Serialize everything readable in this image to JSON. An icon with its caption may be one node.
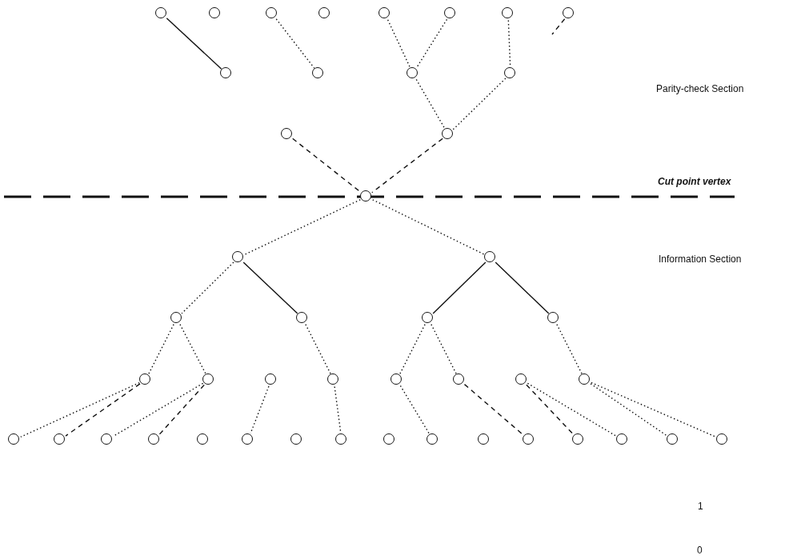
{
  "diagram": {
    "nodes": [
      {
        "text": [],
        "shape": "circle"
      },
      {
        "text": [],
        "shape": "circle"
      },
      {
        "text": [],
        "shape": "circle"
      },
      {
        "text": [],
        "shape": "circle"
      },
      {
        "text": [],
        "shape": "circle"
      },
      {
        "text": [],
        "shape": "circle"
      },
      {
        "text": [],
        "shape": "circle"
      },
      {
        "text": [],
        "shape": "circle"
      },
      {
        "text": [],
        "shape": "circle"
      },
      {
        "text": [],
        "shape": "circle"
      },
      {
        "text": [],
        "shape": "circle"
      },
      {
        "text": [],
        "shape": "circle"
      },
      {
        "text": [],
        "shape": "circle"
      },
      {
        "text": [],
        "shape": "circle"
      },
      {
        "text": [],
        "shape": "circle"
      },
      {
        "text": [],
        "shape": "circle"
      },
      {
        "text": [],
        "shape": "circle"
      },
      {
        "text": [],
        "shape": "circle"
      },
      {
        "text": [],
        "shape": "circle"
      },
      {
        "text": [],
        "shape": "circle"
      },
      {
        "text": [],
        "shape": "circle"
      },
      {
        "text": [],
        "shape": "circle"
      },
      {
        "text": [],
        "shape": "circle"
      },
      {
        "text": [],
        "shape": "circle"
      },
      {
        "text": [],
        "shape": "circle"
      },
      {
        "text": [],
        "shape": "circle"
      },
      {
        "text": [],
        "shape": "circle"
      },
      {
        "text": [],
        "shape": "circle"
      },
      {
        "text": [],
        "shape": "circle"
      },
      {
        "text": [],
        "shape": "circle"
      },
      {
        "text": [],
        "shape": "circle"
      },
      {
        "text": [],
        "shape": "circle"
      },
      {
        "text": [],
        "shape": "circle"
      },
      {
        "text": [],
        "shape": "circle"
      },
      {
        "text": [],
        "shape": "circle"
      },
      {
        "text": [],
        "shape": "circle"
      },
      {
        "text": [],
        "shape": "circle"
      },
      {
        "text": [],
        "shape": "circle"
      },
      {
        "text": [],
        "shape": "circle"
      },
      {
        "text": [],
        "shape": "circle"
      },
      {
        "text": [],
        "shape": "circle"
      },
      {
        "text": [],
        "shape": "circle"
      },
      {
        "text": [],
        "shape": "circle"
      },
      {
        "text": [],
        "shape": "circle"
      },
      {
        "text": [],
        "shape": "circle"
      }
    ],
    "edges": [
      {
        "from": 0,
        "to": 8,
        "arrow": "none"
      },
      {
        "from": 2,
        "to": 9,
        "arrow": "none",
        "style": "dashed"
      },
      {
        "from": 4,
        "to": 10,
        "arrow": "none",
        "style": "dashed"
      },
      {
        "from": 5,
        "to": 10,
        "arrow": "none",
        "style": "dashed"
      },
      {
        "from": 6,
        "to": 11,
        "arrow": "none",
        "style": "dashed"
      },
      {
        "from": 7,
        "to": null,
        "arrow": "none",
        "style": "dashed"
      },
      {
        "from": 10,
        "to": 13,
        "arrow": "none",
        "style": "dashed"
      },
      {
        "from": 11,
        "to": 13,
        "arrow": "none",
        "style": "dashed"
      },
      {
        "from": 12,
        "to": 14,
        "arrow": "none",
        "style": "dashed"
      },
      {
        "from": 13,
        "to": 14,
        "arrow": "none",
        "style": "dashed"
      },
      {
        "from": 14,
        "to": 15,
        "arrow": "none",
        "style": "dashed"
      },
      {
        "from": 14,
        "to": 16,
        "arrow": "none",
        "style": "dashed"
      },
      {
        "from": 15,
        "to": 17,
        "arrow": "none",
        "style": "dashed"
      },
      {
        "from": 15,
        "to": 18,
        "arrow": "none"
      },
      {
        "from": 17,
        "to": 21,
        "arrow": "none",
        "style": "dashed"
      },
      {
        "from": 17,
        "to": 22,
        "arrow": "none",
        "style": "dashed"
      },
      {
        "from": 18,
        "to": 24,
        "arrow": "none",
        "style": "dashed"
      },
      {
        "from": 16,
        "to": 19,
        "arrow": "none"
      },
      {
        "from": 16,
        "to": 20,
        "arrow": "none"
      },
      {
        "from": 19,
        "to": 25,
        "arrow": "none",
        "style": "dashed"
      },
      {
        "from": 19,
        "to": 26,
        "arrow": "none",
        "style": "dashed"
      },
      {
        "from": 20,
        "to": 28,
        "arrow": "none",
        "style": "dashed"
      },
      {
        "from": 21,
        "to": 29,
        "arrow": "none",
        "style": "dashed"
      },
      {
        "from": 21,
        "to": 30,
        "arrow": "none",
        "style": "dashed"
      },
      {
        "from": 22,
        "to": 31,
        "arrow": "none",
        "style": "dashed"
      },
      {
        "from": 22,
        "to": 32,
        "arrow": "none",
        "style": "dashed"
      },
      {
        "from": 23,
        "to": 34,
        "arrow": "none",
        "style": "dashed"
      },
      {
        "from": 24,
        "to": 36,
        "arrow": "none",
        "style": "dashed"
      },
      {
        "from": 25,
        "to": 38,
        "arrow": "none",
        "style": "dashed"
      },
      {
        "from": 26,
        "to": 40,
        "arrow": "none",
        "style": "dashed"
      },
      {
        "from": 27,
        "to": 41,
        "arrow": "none",
        "style": "dashed"
      },
      {
        "from": 27,
        "to": 42,
        "arrow": "none",
        "style": "dashed"
      },
      {
        "from": 28,
        "to": 43,
        "arrow": "none",
        "style": "dashed"
      },
      {
        "from": 28,
        "to": 44,
        "arrow": "none",
        "style": "dashed"
      }
    ],
    "labels": [
      "Parity-check Section",
      "Cut point vertex",
      "Information Section",
      "1",
      "0"
    ]
  }
}
